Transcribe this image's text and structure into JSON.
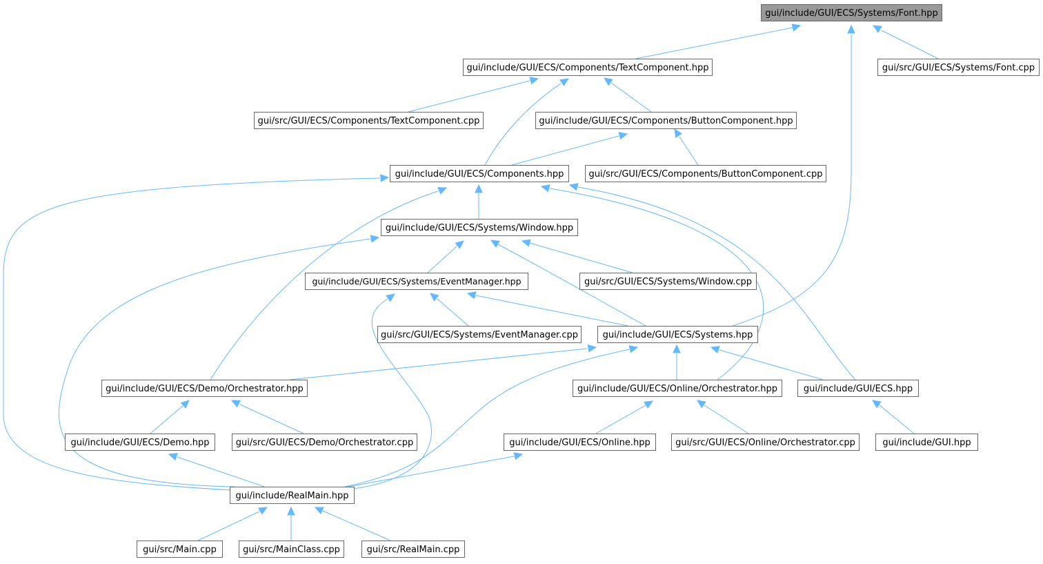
{
  "graph": {
    "colors": {
      "edge": "#63b8ff",
      "node_border": "#666666",
      "root_fill": "#999999",
      "node_fill": "#ffffff"
    },
    "nodes": [
      {
        "id": "font_hpp",
        "label": "gui/include/GUI/ECS/Systems/Font.hpp",
        "root": true
      },
      {
        "id": "textcomp_hpp",
        "label": "gui/include/GUI/ECS/Components/TextComponent.hpp"
      },
      {
        "id": "font_cpp",
        "label": "gui/src/GUI/ECS/Systems/Font.cpp"
      },
      {
        "id": "textcomp_cpp",
        "label": "gui/src/GUI/ECS/Components/TextComponent.cpp"
      },
      {
        "id": "buttoncomp_hpp",
        "label": "gui/include/GUI/ECS/Components/ButtonComponent.hpp"
      },
      {
        "id": "components_hpp",
        "label": "gui/include/GUI/ECS/Components.hpp"
      },
      {
        "id": "buttoncomp_cpp",
        "label": "gui/src/GUI/ECS/Components/ButtonComponent.cpp"
      },
      {
        "id": "window_hpp",
        "label": "gui/include/GUI/ECS/Systems/Window.hpp"
      },
      {
        "id": "eventmgr_hpp",
        "label": "gui/include/GUI/ECS/Systems/EventManager.hpp"
      },
      {
        "id": "window_cpp",
        "label": "gui/src/GUI/ECS/Systems/Window.cpp"
      },
      {
        "id": "eventmgr_cpp",
        "label": "gui/src/GUI/ECS/Systems/EventManager.cpp"
      },
      {
        "id": "systems_hpp",
        "label": "gui/include/GUI/ECS/Systems.hpp"
      },
      {
        "id": "demo_orch_hpp",
        "label": "gui/include/GUI/ECS/Demo/Orchestrator.hpp"
      },
      {
        "id": "online_orch_hpp",
        "label": "gui/include/GUI/ECS/Online/Orchestrator.hpp"
      },
      {
        "id": "ecs_hpp",
        "label": "gui/include/GUI/ECS.hpp"
      },
      {
        "id": "demo_hpp",
        "label": "gui/include/GUI/ECS/Demo.hpp"
      },
      {
        "id": "demo_orch_cpp",
        "label": "gui/src/GUI/ECS/Demo/Orchestrator.cpp"
      },
      {
        "id": "online_hpp",
        "label": "gui/include/GUI/ECS/Online.hpp"
      },
      {
        "id": "online_orch_cpp",
        "label": "gui/src/GUI/ECS/Online/Orchestrator.cpp"
      },
      {
        "id": "gui_hpp",
        "label": "gui/include/GUI.hpp"
      },
      {
        "id": "realmain_hpp",
        "label": "gui/include/RealMain.hpp"
      },
      {
        "id": "main_cpp",
        "label": "gui/src/Main.cpp"
      },
      {
        "id": "mainclass_cpp",
        "label": "gui/src/MainClass.cpp"
      },
      {
        "id": "realmain_cpp",
        "label": "gui/src/RealMain.cpp"
      }
    ]
  }
}
